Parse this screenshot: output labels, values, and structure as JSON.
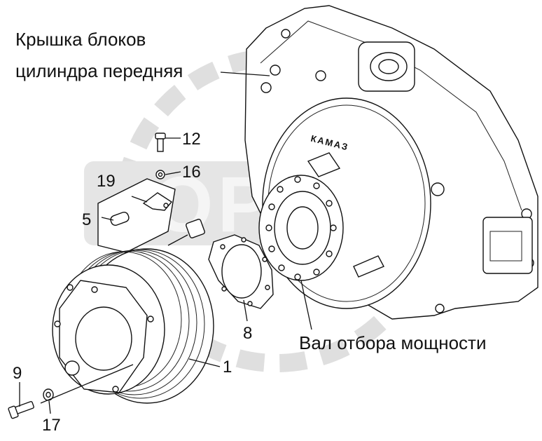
{
  "title_lines": [
    "Крышка блоков",
    "цилиндра  передняя"
  ],
  "caption": "Вал отбора мощности",
  "watermark": "OPEX",
  "plate_mark": "КАМАЗ",
  "callouts": [
    {
      "id": "c12",
      "text": "12"
    },
    {
      "id": "c16",
      "text": "16"
    },
    {
      "id": "c19",
      "text": "19"
    },
    {
      "id": "c5",
      "text": "5"
    },
    {
      "id": "c8",
      "text": "8"
    },
    {
      "id": "c1",
      "text": "1"
    },
    {
      "id": "c9",
      "text": "9"
    },
    {
      "id": "c17",
      "text": "17"
    }
  ],
  "colors": {
    "line": "#111111",
    "watermark": "#d9d9d9",
    "background": "#ffffff"
  }
}
